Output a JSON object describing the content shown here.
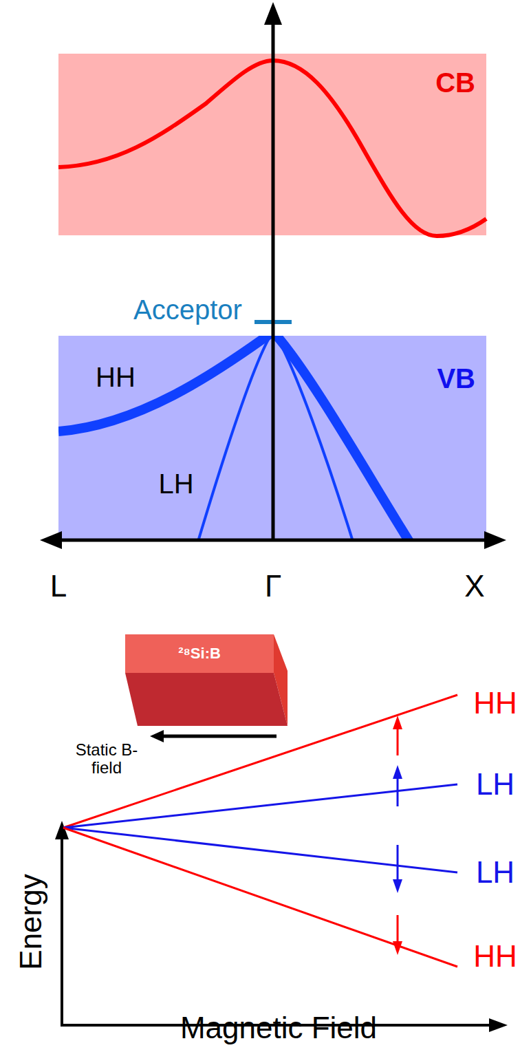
{
  "diagram": {
    "nodes": [
      {
        "text": [
          "CB"
        ]
      },
      {
        "text": [
          "VB"
        ]
      },
      {
        "text": [
          "²⁸Si:B"
        ]
      }
    ],
    "labels": [
      "Acceptor",
      "HH",
      "LH",
      "L",
      "Γ",
      "X",
      "Static B-field",
      "Energy",
      "Magnetic Field",
      "HH",
      "LH",
      "LH",
      "HH"
    ]
  }
}
